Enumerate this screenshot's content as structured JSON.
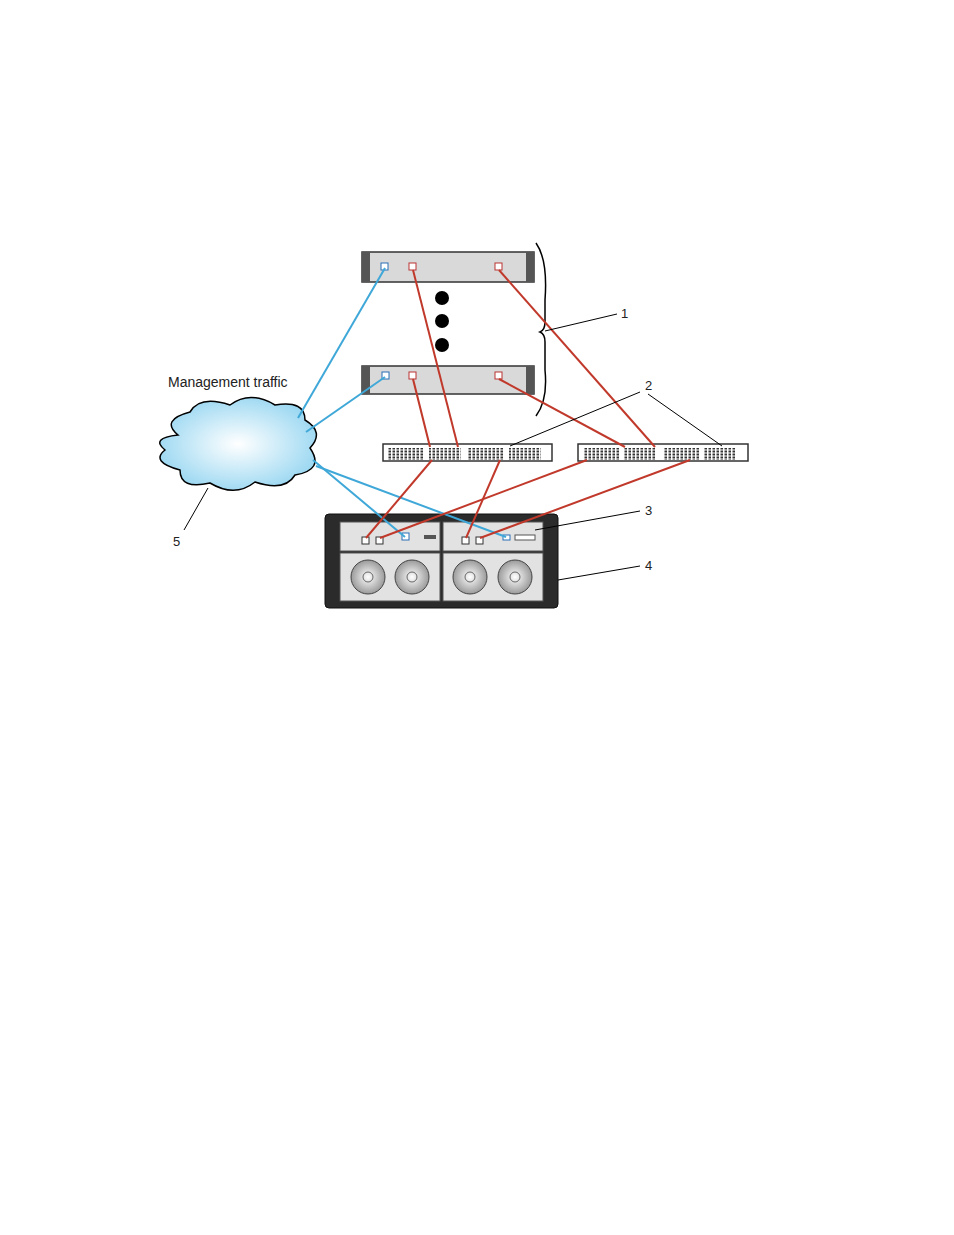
{
  "diagram": {
    "labels": [
      "Management traffic",
      "1",
      "2",
      "3",
      "4",
      "5"
    ]
  }
}
